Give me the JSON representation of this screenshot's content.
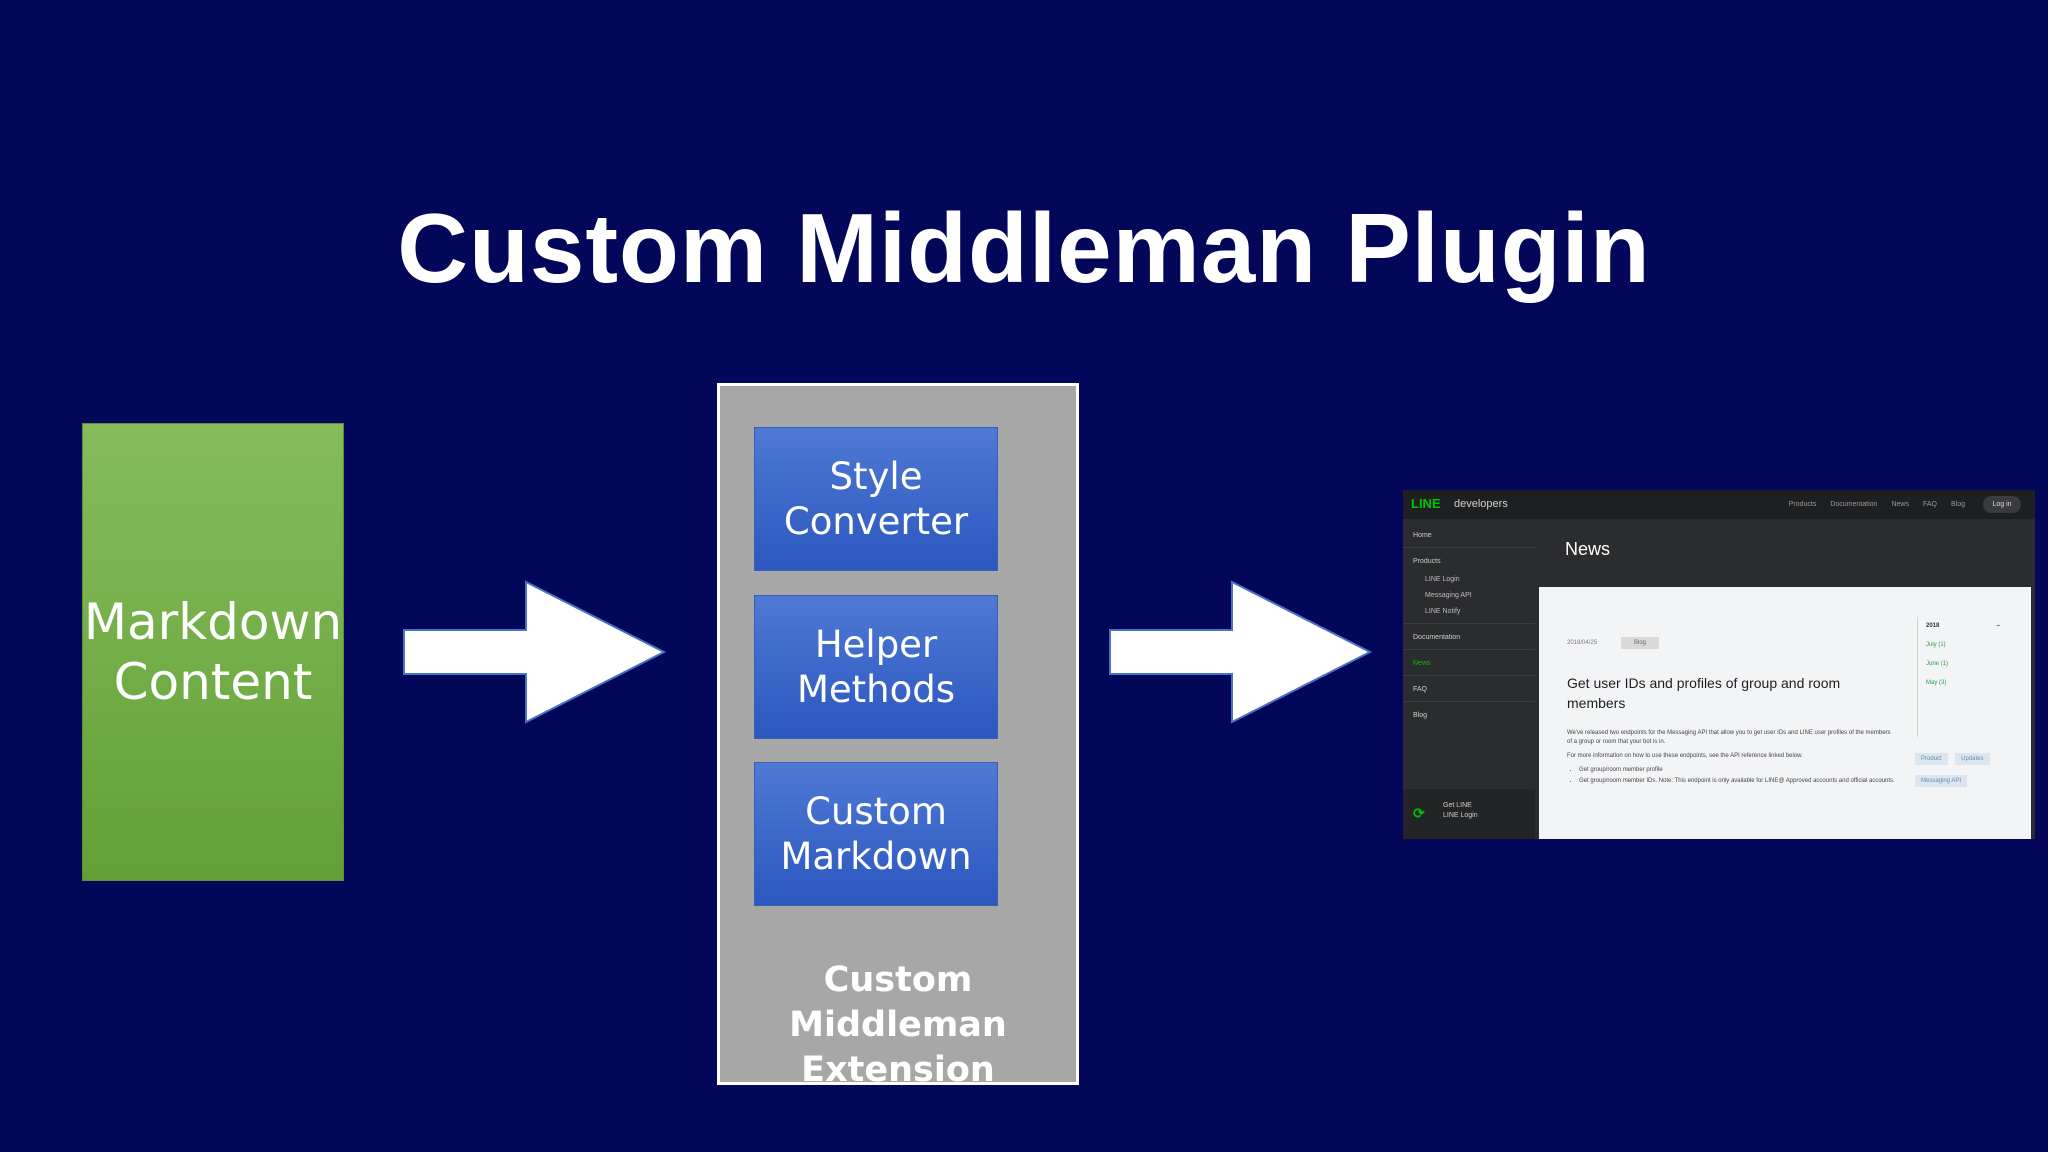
{
  "slide": {
    "title": "Custom Middleman Plugin"
  },
  "source": {
    "label": "Markdown\nContent"
  },
  "extension": {
    "modules": [
      {
        "label": "Style\nConverter"
      },
      {
        "label": "Helper\nMethods"
      },
      {
        "label": "Custom\nMarkdown"
      }
    ],
    "label": "Custom Middleman\nExtension"
  },
  "output_screenshot": {
    "logo": "LINE",
    "brand": "developers",
    "nav": [
      "Products",
      "Documentation",
      "News",
      "FAQ",
      "Blog"
    ],
    "login": "Log in",
    "sidebar": [
      {
        "label": "Home"
      },
      {
        "label": "Products"
      },
      {
        "label": "LINE Login"
      },
      {
        "label": "Messaging API"
      },
      {
        "label": "LINE Notify"
      },
      {
        "label": "Documentation"
      },
      {
        "label": "News"
      },
      {
        "label": "FAQ"
      },
      {
        "label": "Blog"
      }
    ],
    "footer": "Get LINE\nLINE Login",
    "page_title": "News",
    "date": "2018/04/25",
    "tag": "Blog",
    "headline": "Get user IDs and profiles of group and room members",
    "body_paragraphs": [
      "We've released two endpoints for the Messaging API that allow you to get user IDs and LINE user profiles of the members of a group or room that your bot is in.",
      "For more information on how to use these endpoints, see the API reference linked below."
    ],
    "bullets": [
      "Get group/room member profile",
      "Get group/room member IDs. Note: This endpoint is only available for LINE@ Approved accounts and official accounts."
    ],
    "toc_head": "2018",
    "toc_items": [
      "July (1)",
      "June (1)",
      "May (3)"
    ],
    "filter_buttons": [
      "Product",
      "Updates",
      "Messaging API"
    ],
    "colors": {
      "brand": "#00c300"
    }
  }
}
